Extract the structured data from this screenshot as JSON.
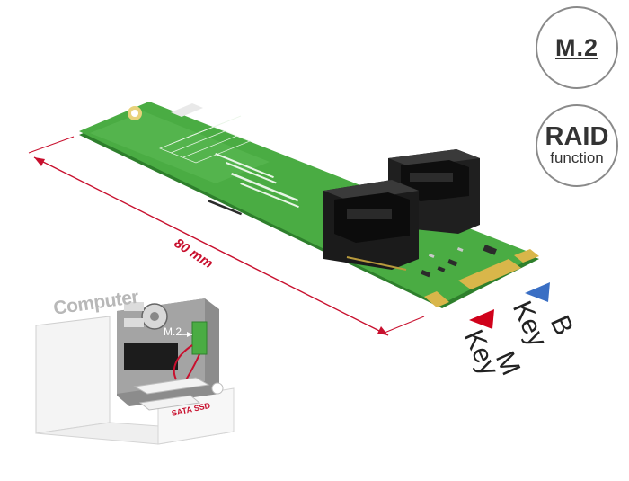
{
  "badges": {
    "m2": "M.2",
    "raid_line1": "RAID",
    "raid_line2": "function"
  },
  "dimension_label": "80 mm",
  "keys": {
    "m_word": "Key",
    "m_letter": "M",
    "b_word": "Key",
    "b_letter": "B",
    "m_marker_color": "#d0021b",
    "b_marker_color": "#3a6fc4"
  },
  "inset": {
    "computer_label": "Computer",
    "m2_label": "M.2",
    "ssd_label": "SATA SSD"
  },
  "colors": {
    "pcb": "#3f9f3a",
    "measure_line": "#c8102e",
    "connector": "#2a2a2a"
  }
}
